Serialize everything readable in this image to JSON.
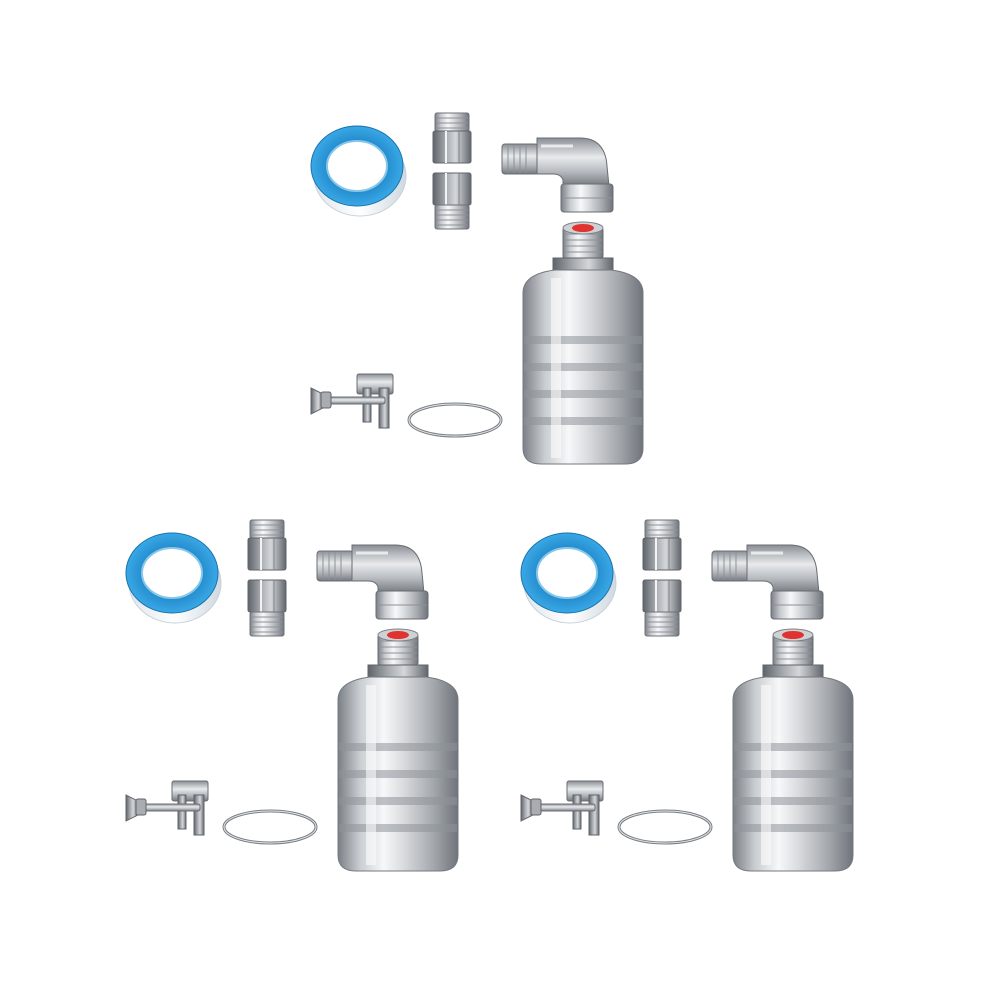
{
  "product_photo": {
    "background_color": "#ffffff",
    "kit_count": 3,
    "kit_contents": [
      "ptfe-tape-roll",
      "hex-bushing-fitting",
      "hex-bushing-fitting",
      "elbow-fitting",
      "float-valve",
      "wing-nut-clamp"
    ],
    "colors": {
      "tape_blue": "#2b9ddb",
      "tape_white": "#f2f5f8",
      "steel_light": "#f4f5f6",
      "steel_mid": "#b9bdc2",
      "steel_dark": "#6f747a",
      "valve_seal_red": "#e0322e"
    }
  }
}
